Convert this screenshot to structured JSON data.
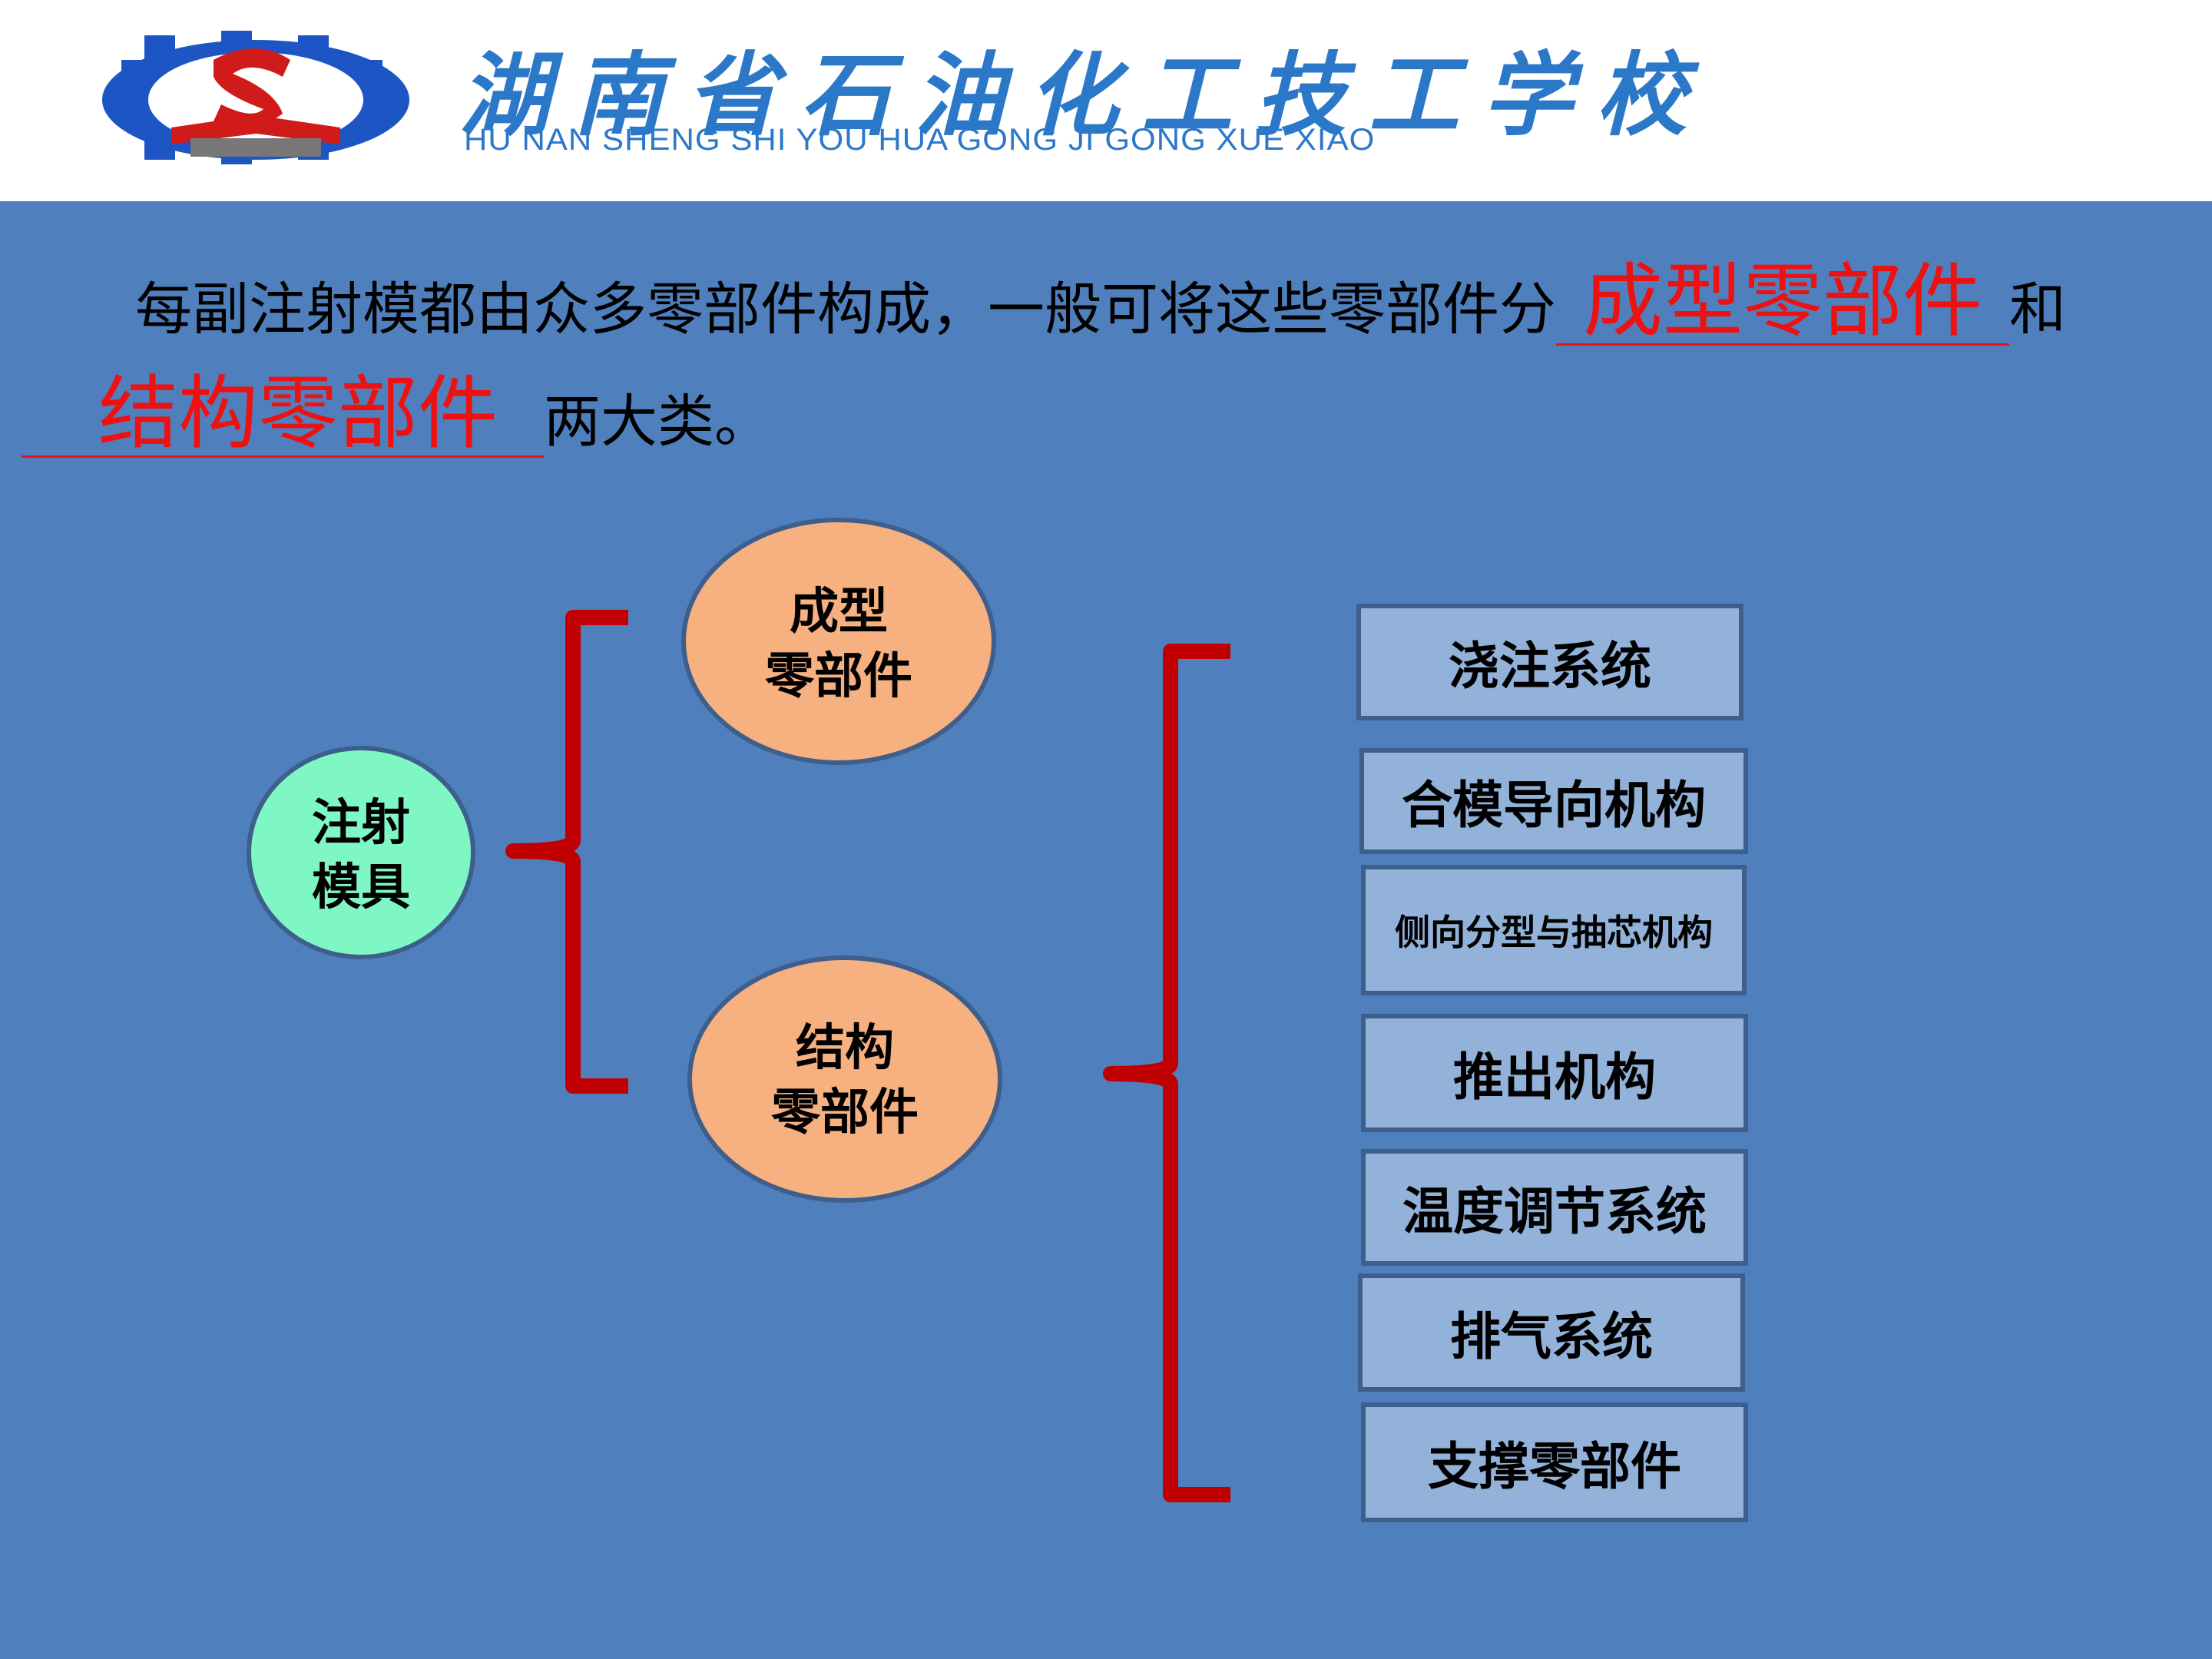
{
  "header": {
    "school_name_cn": "湖南省石油化工技工学校",
    "school_name_en": "HU NAN SHENG SHI YOU HUA GONG JI GONG XUE XIAO"
  },
  "sentence": {
    "part1": "每副注射模都由众多零部件构成，一般可将这些零部件分",
    "blank1": "成型零部件",
    "part2": "和",
    "blank2": "结构零部件",
    "part3": "两大类。"
  },
  "diagram": {
    "root": {
      "line1": "注射",
      "line2": "模具"
    },
    "branch_forming": {
      "line1": "成型",
      "line2": "零部件"
    },
    "branch_structure": {
      "line1": "结构",
      "line2": "零部件"
    },
    "structure_items": [
      "浇注系统",
      "合模导向机构",
      "侧向分型与抽芯机构",
      "推出机构",
      "温度调节系统",
      "排气系统",
      "支撑零部件"
    ]
  },
  "colors": {
    "background": "#4f80bd",
    "header_bg": "#ffffff",
    "school_blue": "#2b78c9",
    "highlight_red": "#ee1111",
    "bracket_red": "#c00000",
    "root_fill": "#7ff7c4",
    "branch_fill": "#f7b07f",
    "box_fill": "#93b2da",
    "box_border": "#3e5e8c"
  }
}
